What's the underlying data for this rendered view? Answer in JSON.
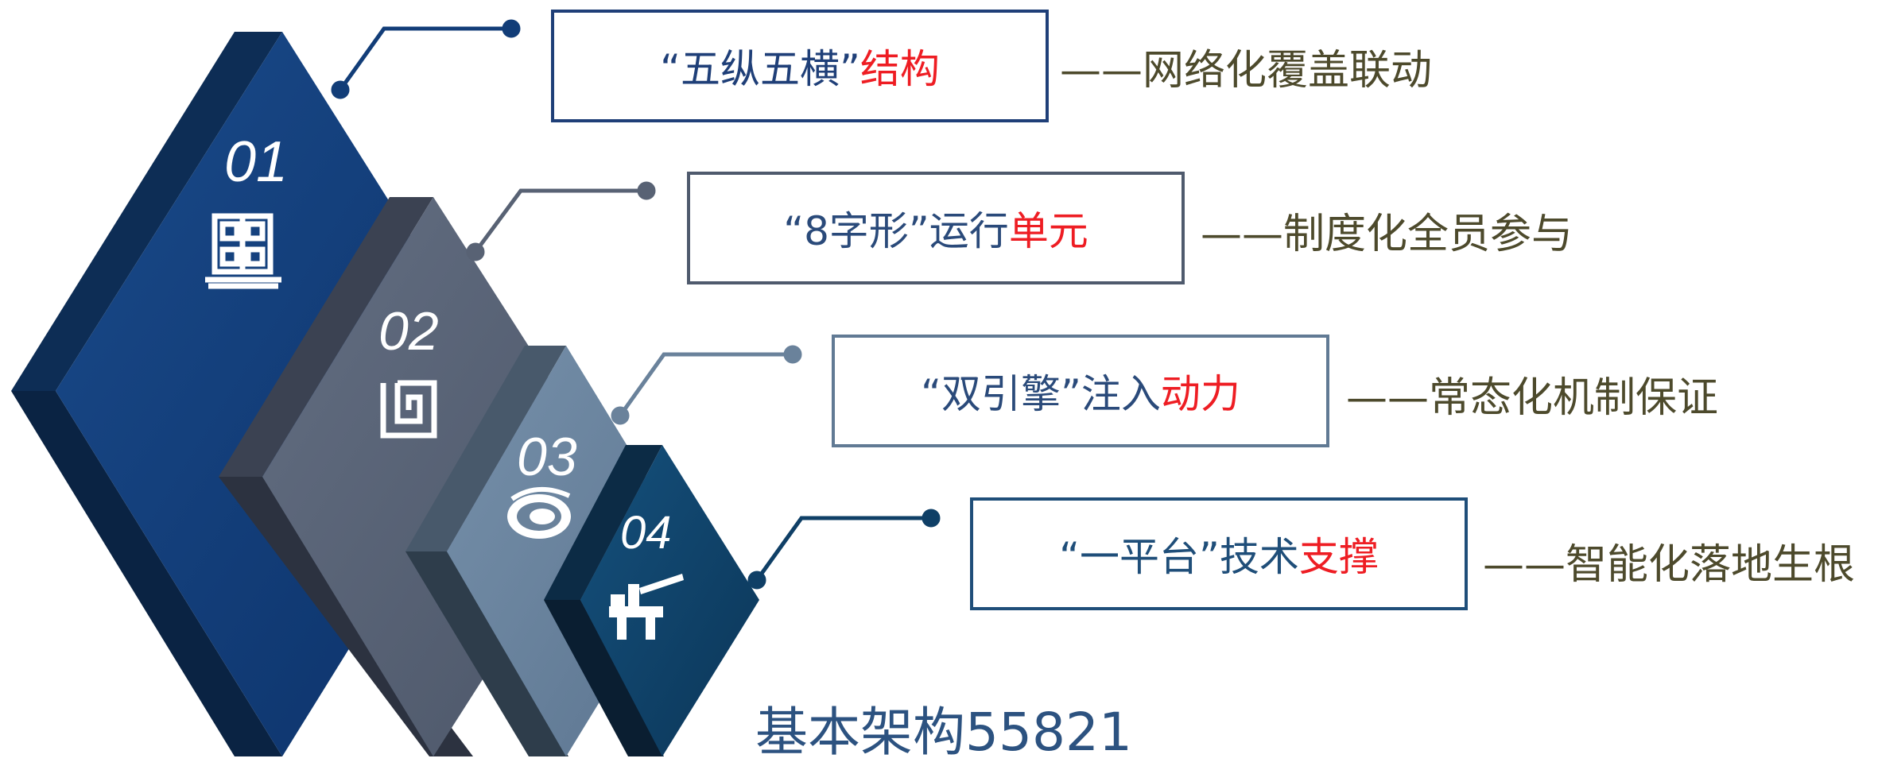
{
  "colors": {
    "tile1": "#123d78",
    "tile2": "#586274",
    "tile3": "#6a829b",
    "tile4": "#0f3f66",
    "highlight": "#ee1d23",
    "quote_text": "#1f4e79",
    "description_text": "#4d4a2c",
    "footer_text": "#2c5280"
  },
  "items": [
    {
      "number": "01",
      "icon": "seal-grid-icon",
      "label_main": "“五纵五横”",
      "label_highlight": "结构",
      "description": "——网络化覆盖联动"
    },
    {
      "number": "02",
      "icon": "spiral-square-icon",
      "label_main": "“8字形”运行",
      "label_highlight": "单元",
      "description": "——制度化全员参与"
    },
    {
      "number": "03",
      "icon": "swirl-engine-icon",
      "label_main": "“双引擎”注入",
      "label_highlight": "动力",
      "description": "——常态化机制保证"
    },
    {
      "number": "04",
      "icon": "platform-rig-icon",
      "label_main": "“一平台”技术",
      "label_highlight": "支撑",
      "description": "——智能化落地生根"
    }
  ],
  "footer": "基本架构55821"
}
